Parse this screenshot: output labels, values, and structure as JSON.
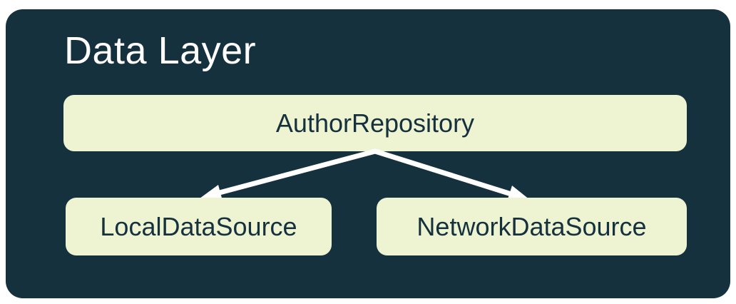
{
  "diagram": {
    "title": "Data Layer",
    "nodes": [
      {
        "id": "author-repository",
        "label": "AuthorRepository"
      },
      {
        "id": "local-data-source",
        "label": "LocalDataSource"
      },
      {
        "id": "network-data-source",
        "label": "NetworkDataSource"
      }
    ],
    "edges": [
      {
        "from": "AuthorRepository",
        "to": "LocalDataSource"
      },
      {
        "from": "AuthorRepository",
        "to": "NetworkDataSource"
      }
    ],
    "colors": {
      "page_bg": "#FFFFFF",
      "container_bg": "#16313E",
      "node_bg": "#EEF3D2",
      "node_text": "#16313E",
      "title_text": "#FFFFFF",
      "arrow": "#FFFFFF"
    }
  }
}
